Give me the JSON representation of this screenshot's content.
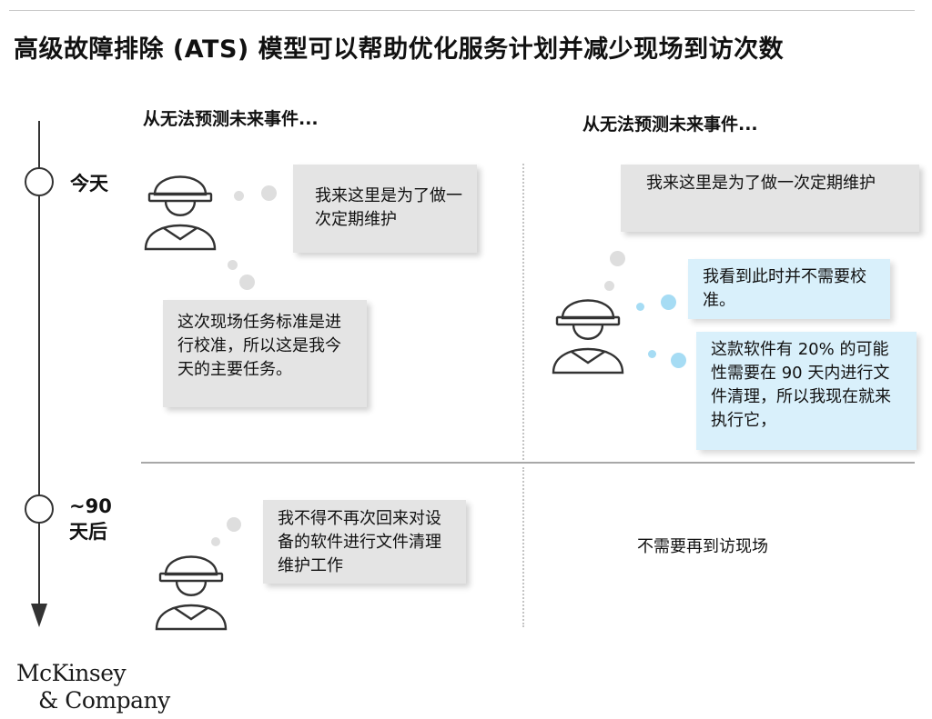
{
  "title": "高级故障排除 (ATS) 模型可以帮助优化服务计划并减少现场到访次数",
  "columns": [
    {
      "heading": "从无法预测未来事件..."
    },
    {
      "heading": "从无法预测未来事件..."
    }
  ],
  "timeline": {
    "points": [
      {
        "label": "今天"
      },
      {
        "label_line1": "~90",
        "label_line2": "天后"
      }
    ]
  },
  "today": {
    "left": {
      "speech": "我来这里是为了做一次定期维护",
      "thought": "这次现场任务标准是进行校准，所以这是我今天的主要任务。"
    },
    "right": {
      "speech": "我来这里是为了做一次定期维护",
      "thought_1": "我看到此时并不需要校准。",
      "thought_2": "这款软件有 20% 的可能性需要在 90 天内进行文件清理，所以我现在就来执行它，"
    }
  },
  "later": {
    "left": {
      "thought": "我不得不再次回来对设备的软件进行文件清理维护工作"
    },
    "right": {
      "text": "不需要再到访现场"
    }
  },
  "logo": {
    "line1": "McKinsey",
    "line2": "& Company"
  },
  "colors": {
    "grey_bubble": "#e4e4e4",
    "blue_bubble": "#d9f0fb",
    "blue_dot": "#a6dcf4",
    "line": "#333333"
  },
  "icons": [
    "technician-icon"
  ]
}
